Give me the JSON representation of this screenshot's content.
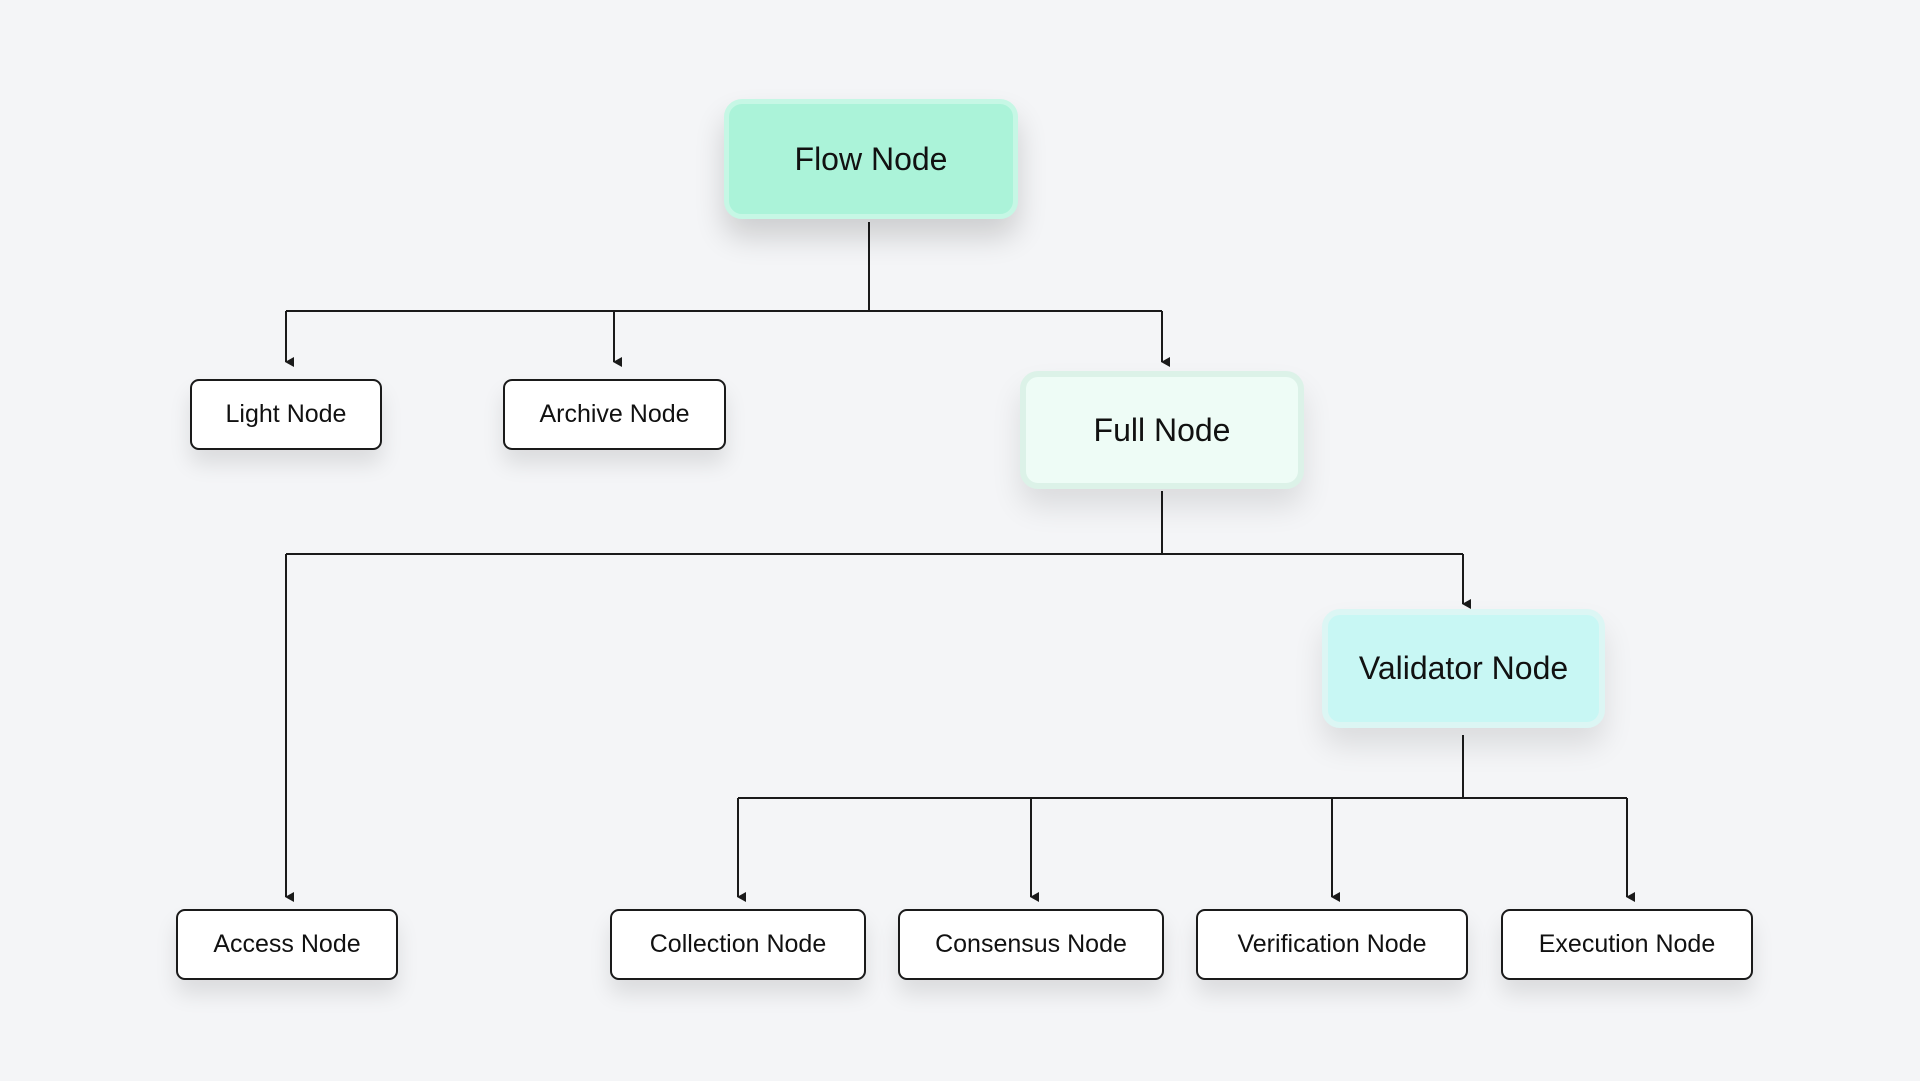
{
  "diagram": {
    "nodes": {
      "flow": "Flow Node",
      "light": "Light Node",
      "archive": "Archive Node",
      "full": "Full Node",
      "validator": "Validator Node",
      "access": "Access Node",
      "collection": "Collection Node",
      "consensus": "Consensus Node",
      "verification": "Verification Node",
      "execution": "Execution Node"
    },
    "edges": [
      {
        "from": "flow",
        "to": "light"
      },
      {
        "from": "flow",
        "to": "archive"
      },
      {
        "from": "flow",
        "to": "full"
      },
      {
        "from": "full",
        "to": "access"
      },
      {
        "from": "full",
        "to": "validator"
      },
      {
        "from": "validator",
        "to": "collection"
      },
      {
        "from": "validator",
        "to": "consensus"
      },
      {
        "from": "validator",
        "to": "verification"
      },
      {
        "from": "validator",
        "to": "execution"
      }
    ]
  },
  "colors": {
    "background": "#f4f5f7",
    "flow_node_fill": "#abf3d9",
    "full_node_fill": "#eefcf6",
    "validator_node_fill": "#c8f7f4",
    "leaf_node_fill": "#ffffff",
    "line": "#1a1a1a"
  }
}
